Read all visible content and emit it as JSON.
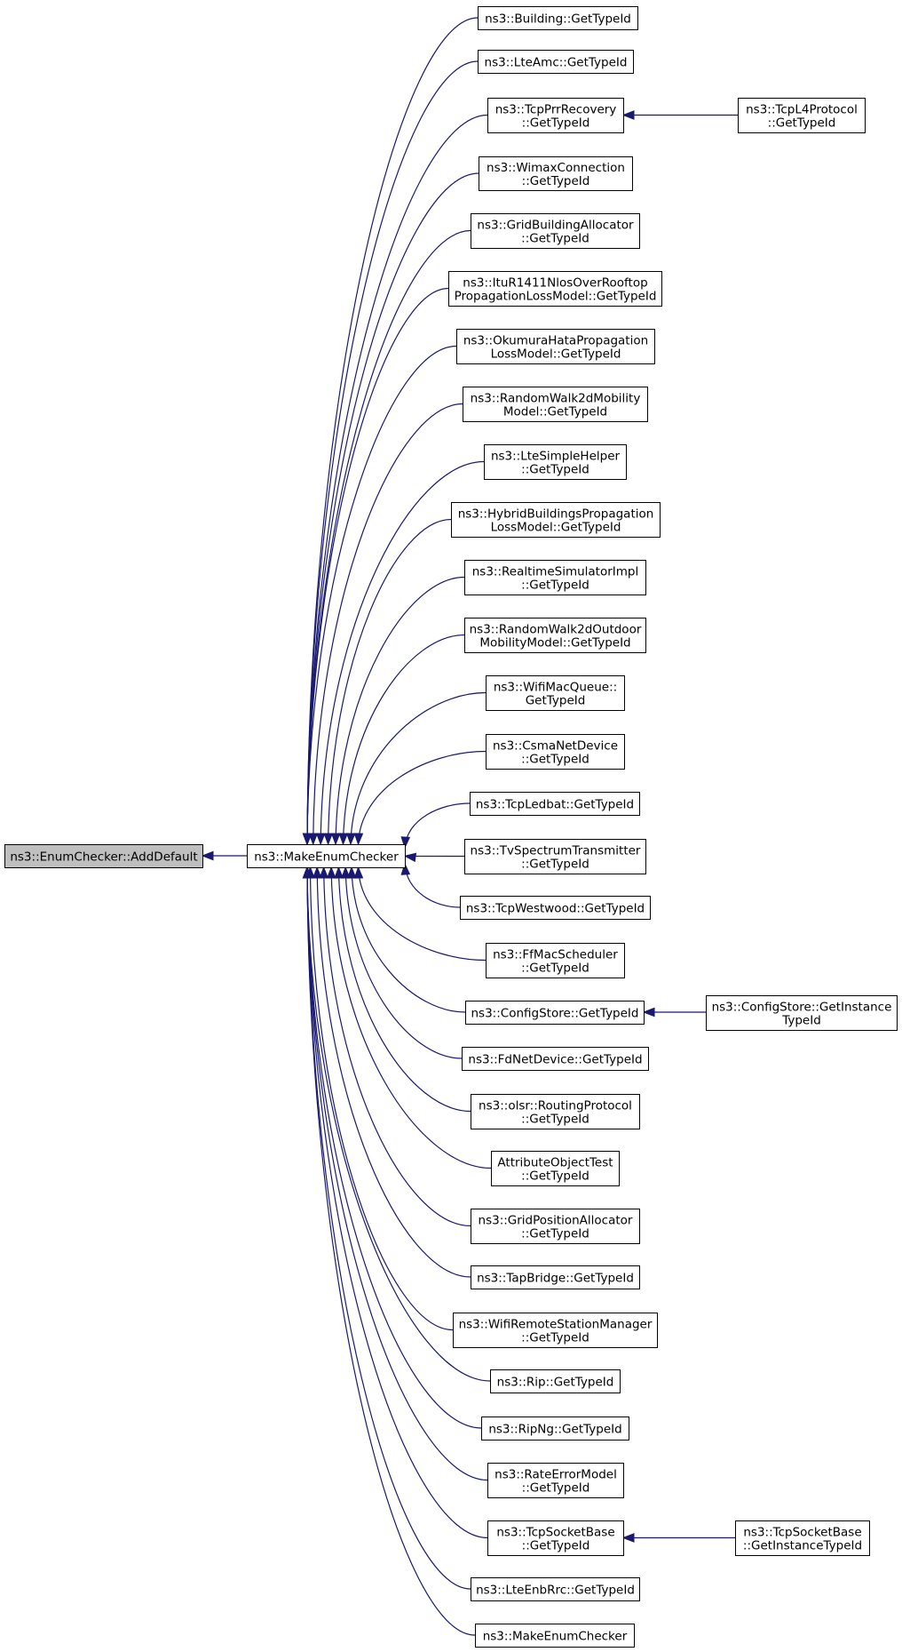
{
  "graph": {
    "colors": {
      "edge": "#191970",
      "node_border": "#000000",
      "node_fill": "#ffffff",
      "root_fill": "#bfbfbf",
      "text": "#000000"
    },
    "root": {
      "id": "root",
      "lines": [
        "ns3::EnumChecker::AddDefault"
      ]
    },
    "hub": {
      "id": "hub",
      "lines": [
        "ns3::MakeEnumChecker"
      ]
    },
    "callers": [
      {
        "id": "c0",
        "lines": [
          "ns3::Building::GetTypeId"
        ]
      },
      {
        "id": "c1",
        "lines": [
          "ns3::LteAmc::GetTypeId"
        ]
      },
      {
        "id": "c2",
        "lines": [
          "ns3::TcpPrrRecovery",
          "::GetTypeId"
        ]
      },
      {
        "id": "c3",
        "lines": [
          "ns3::WimaxConnection",
          "::GetTypeId"
        ]
      },
      {
        "id": "c4",
        "lines": [
          "ns3::GridBuildingAllocator",
          "::GetTypeId"
        ]
      },
      {
        "id": "c5",
        "lines": [
          "ns3::ItuR1411NlosOverRooftop",
          "PropagationLossModel::GetTypeId"
        ]
      },
      {
        "id": "c6",
        "lines": [
          "ns3::OkumuraHataPropagation",
          "LossModel::GetTypeId"
        ]
      },
      {
        "id": "c7",
        "lines": [
          "ns3::RandomWalk2dMobility",
          "Model::GetTypeId"
        ]
      },
      {
        "id": "c8",
        "lines": [
          "ns3::LteSimpleHelper",
          "::GetTypeId"
        ]
      },
      {
        "id": "c9",
        "lines": [
          "ns3::HybridBuildingsPropagation",
          "LossModel::GetTypeId"
        ]
      },
      {
        "id": "c10",
        "lines": [
          "ns3::RealtimeSimulatorImpl",
          "::GetTypeId"
        ]
      },
      {
        "id": "c11",
        "lines": [
          "ns3::RandomWalk2dOutdoor",
          "MobilityModel::GetTypeId"
        ]
      },
      {
        "id": "c12",
        "lines": [
          "ns3::WifiMacQueue::",
          "GetTypeId"
        ]
      },
      {
        "id": "c13",
        "lines": [
          "ns3::CsmaNetDevice",
          "::GetTypeId"
        ]
      },
      {
        "id": "c14",
        "lines": [
          "ns3::TcpLedbat::GetTypeId"
        ]
      },
      {
        "id": "c15",
        "lines": [
          "ns3::TvSpectrumTransmitter",
          "::GetTypeId"
        ]
      },
      {
        "id": "c16",
        "lines": [
          "ns3::TcpWestwood::GetTypeId"
        ]
      },
      {
        "id": "c17",
        "lines": [
          "ns3::FfMacScheduler",
          "::GetTypeId"
        ]
      },
      {
        "id": "c18",
        "lines": [
          "ns3::ConfigStore::GetTypeId"
        ]
      },
      {
        "id": "c19",
        "lines": [
          "ns3::FdNetDevice::GetTypeId"
        ]
      },
      {
        "id": "c20",
        "lines": [
          "ns3::olsr::RoutingProtocol",
          "::GetTypeId"
        ]
      },
      {
        "id": "c21",
        "lines": [
          "AttributeObjectTest",
          "::GetTypeId"
        ]
      },
      {
        "id": "c22",
        "lines": [
          "ns3::GridPositionAllocator",
          "::GetTypeId"
        ]
      },
      {
        "id": "c23",
        "lines": [
          "ns3::TapBridge::GetTypeId"
        ]
      },
      {
        "id": "c24",
        "lines": [
          "ns3::WifiRemoteStationManager",
          "::GetTypeId"
        ]
      },
      {
        "id": "c25",
        "lines": [
          "ns3::Rip::GetTypeId"
        ]
      },
      {
        "id": "c26",
        "lines": [
          "ns3::RipNg::GetTypeId"
        ]
      },
      {
        "id": "c27",
        "lines": [
          "ns3::RateErrorModel",
          "::GetTypeId"
        ]
      },
      {
        "id": "c28",
        "lines": [
          "ns3::TcpSocketBase",
          "::GetTypeId"
        ]
      },
      {
        "id": "c29",
        "lines": [
          "ns3::LteEnbRrc::GetTypeId"
        ]
      },
      {
        "id": "c30",
        "lines": [
          "ns3::MakeEnumChecker"
        ]
      }
    ],
    "second_level": [
      {
        "id": "d0",
        "caller": "c2",
        "lines": [
          "ns3::TcpL4Protocol",
          "::GetTypeId"
        ]
      },
      {
        "id": "d1",
        "caller": "c18",
        "lines": [
          "ns3::ConfigStore::GetInstance",
          "TypeId"
        ]
      },
      {
        "id": "d2",
        "caller": "c28",
        "lines": [
          "ns3::TcpSocketBase",
          "::GetInstanceTypeId"
        ]
      }
    ]
  }
}
